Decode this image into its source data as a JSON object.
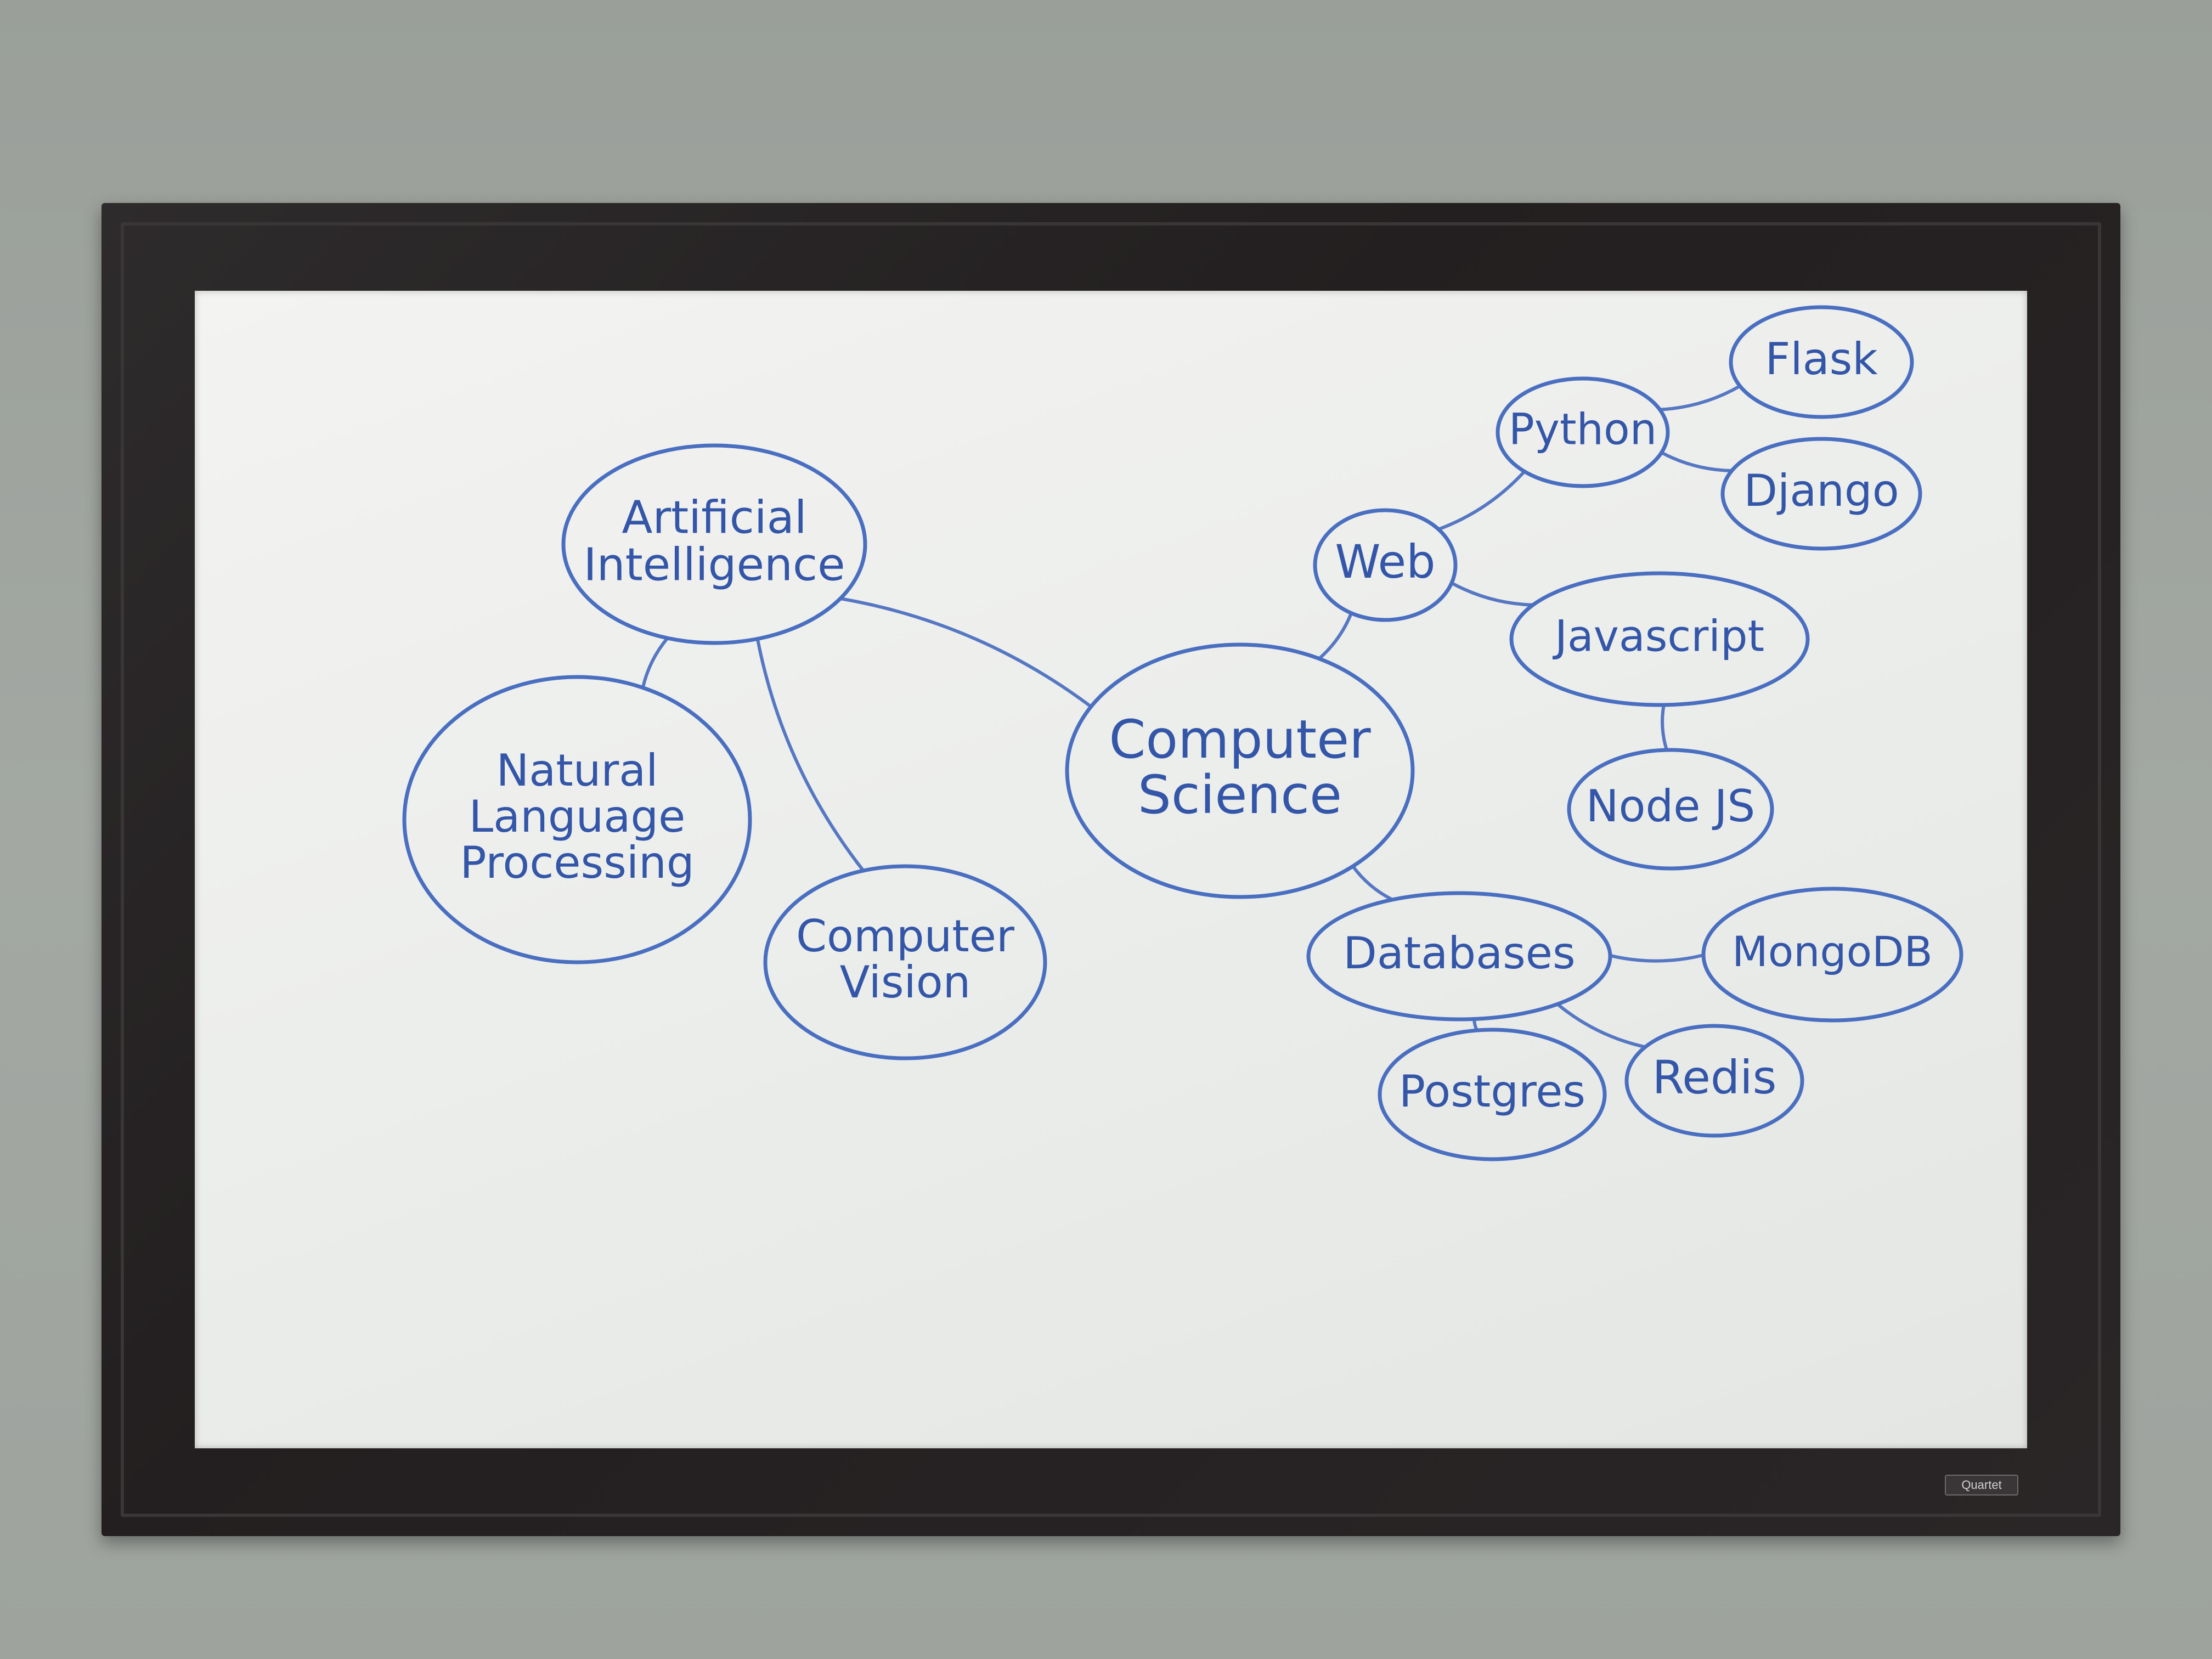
{
  "board": {
    "brand_label": "Quartet",
    "ink_color": "#3456a8",
    "frame_color": "#231f20",
    "wall_color": "#9ea39e"
  },
  "nodes": {
    "computer_science": [
      "Computer",
      "Science"
    ],
    "artificial_intelligence": [
      "Artificial",
      "Intelligence"
    ],
    "natural_language_processing": [
      "Natural",
      "Language",
      "Processing"
    ],
    "computer_vision": [
      "Computer",
      "Vision"
    ],
    "web": [
      "Web"
    ],
    "python": [
      "Python"
    ],
    "flask": [
      "Flask"
    ],
    "django": [
      "Django"
    ],
    "javascript": [
      "Javascript"
    ],
    "node_js": [
      "Node JS"
    ],
    "databases": [
      "Databases"
    ],
    "mongodb": [
      "MongoDB"
    ],
    "postgres": [
      "Postgres"
    ],
    "redis": [
      "Redis"
    ]
  },
  "edges": [
    [
      "computer_science",
      "artificial_intelligence"
    ],
    [
      "artificial_intelligence",
      "natural_language_processing"
    ],
    [
      "artificial_intelligence",
      "computer_vision"
    ],
    [
      "computer_science",
      "web"
    ],
    [
      "web",
      "python"
    ],
    [
      "python",
      "flask"
    ],
    [
      "python",
      "django"
    ],
    [
      "web",
      "javascript"
    ],
    [
      "javascript",
      "node_js"
    ],
    [
      "computer_science",
      "databases"
    ],
    [
      "databases",
      "mongodb"
    ],
    [
      "databases",
      "postgres"
    ],
    [
      "databases",
      "redis"
    ]
  ]
}
